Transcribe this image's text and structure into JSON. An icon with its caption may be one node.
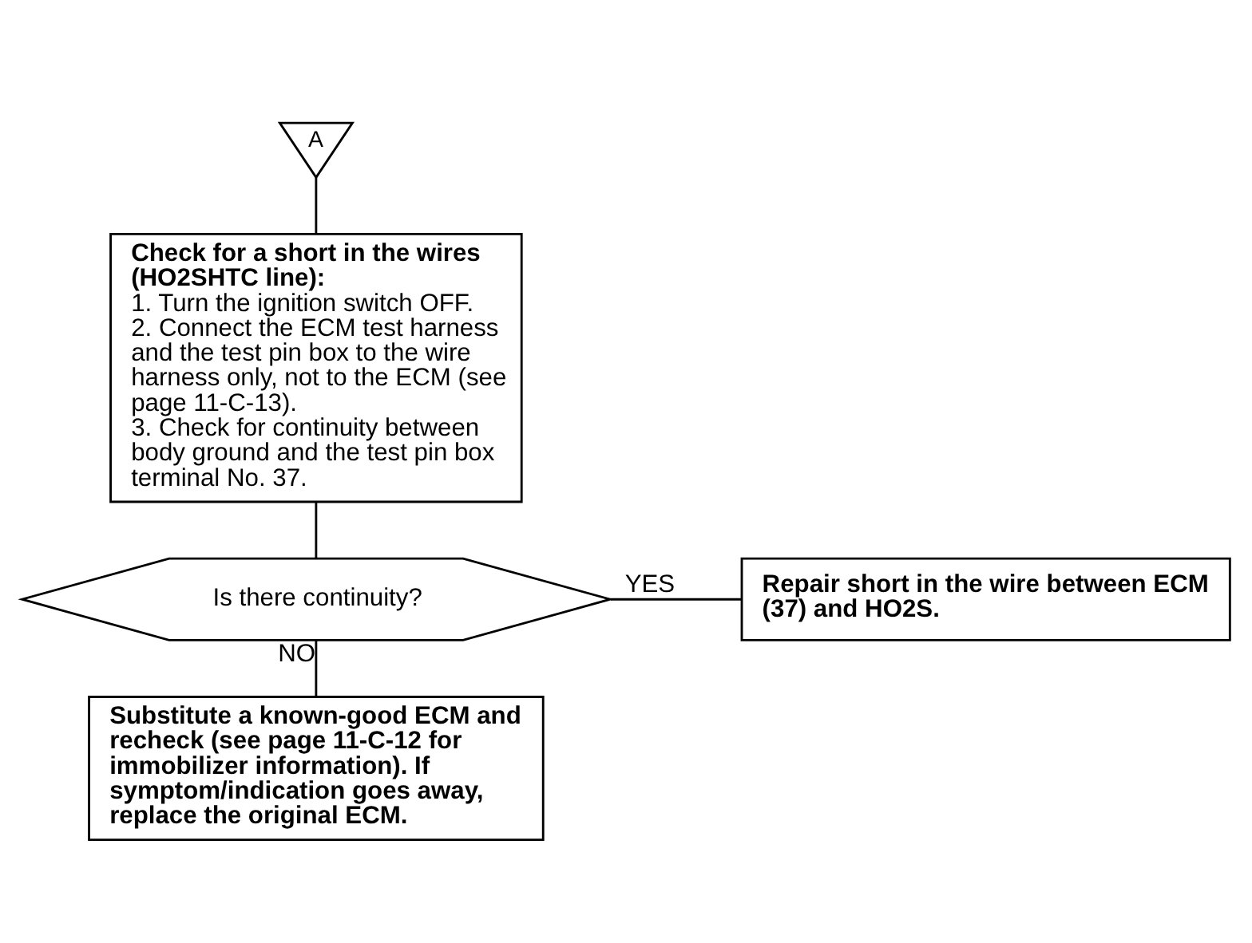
{
  "diagram": {
    "nodes": [
      {
        "text": [
          "A"
        ]
      },
      {
        "text": [
          "Check for a short in the wires (HO2SHTC line):",
          "1. Turn the ignition switch OFF.",
          "2. Connect the ECM test harness and the test pin box to the wire harness only, not to the ECM (see page 11-C-13).",
          "3. Check for continuity between body ground and the test pin box terminal No. 37."
        ]
      },
      {
        "text": [
          "Is there continuity?"
        ]
      },
      {
        "text": [
          "Repair short in the wire between ECM (37) and HO2S."
        ]
      },
      {
        "text": [
          "Substitute a known-good ECM and recheck (see page 11-C-12 for immobilizer information). If symptom/indication goes away, replace the original ECM."
        ]
      }
    ],
    "edges": [
      {
        "from": 0,
        "to": 1,
        "arrow": "none"
      },
      {
        "from": 1,
        "to": 2,
        "arrow": "none"
      },
      {
        "from": 2,
        "to": 3,
        "label": "YES",
        "arrow": "none"
      },
      {
        "from": 2,
        "to": 4,
        "label": "NO",
        "arrow": "none"
      }
    ]
  }
}
